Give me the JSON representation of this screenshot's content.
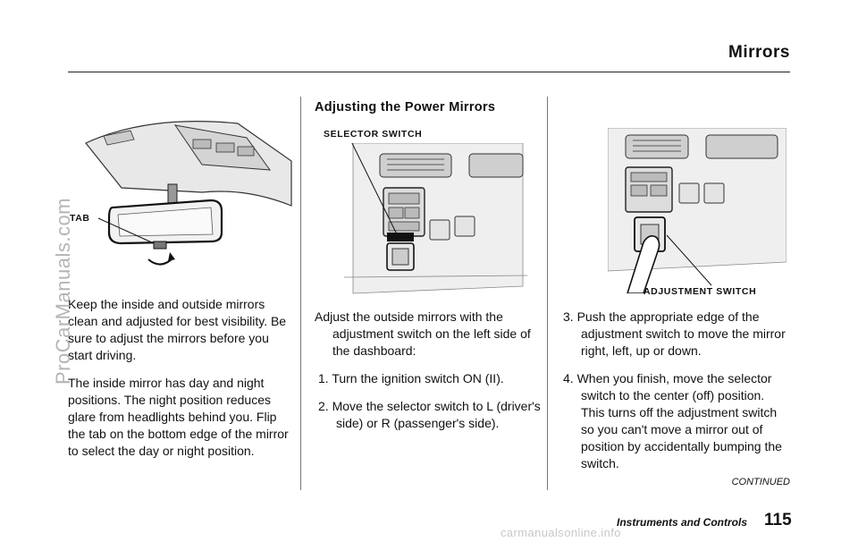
{
  "header": {
    "title": "Mirrors"
  },
  "left": {
    "illustration_label": "TAB",
    "paragraphs": [
      "Keep the inside and outside mirrors clean and adjusted for best visibility. Be sure to adjust the mirrors before you start driving.",
      "The inside mirror has day and night positions. The night position reduces glare from headlights behind you. Flip the tab on the bottom edge of the mirror to select the day or night position."
    ]
  },
  "middle": {
    "section_heading": "Adjusting the Power Mirrors",
    "illustration_label": "SELECTOR SWITCH",
    "intro": "Adjust the outside mirrors with the adjustment switch on the left side of the dashboard:",
    "steps": [
      "1. Turn the ignition switch ON (II).",
      "2. Move the selector switch to L (driver's side) or R (passenger's side)."
    ]
  },
  "right": {
    "illustration_label": "ADJUSTMENT SWITCH",
    "steps": [
      "3. Push the appropriate edge of the adjustment switch to move the mirror right, left, up or down.",
      "4. When you finish, move the selector switch to the center (off) position. This turns off the adjustment switch so you can't move a mirror out of position by accidentally bumping the switch."
    ],
    "continued": "CONTINUED"
  },
  "footer": {
    "section": "Instruments and Controls",
    "page": "115"
  },
  "watermarks": {
    "side": "ProCarManuals.com",
    "bottom": "carmanualsonline.info"
  }
}
